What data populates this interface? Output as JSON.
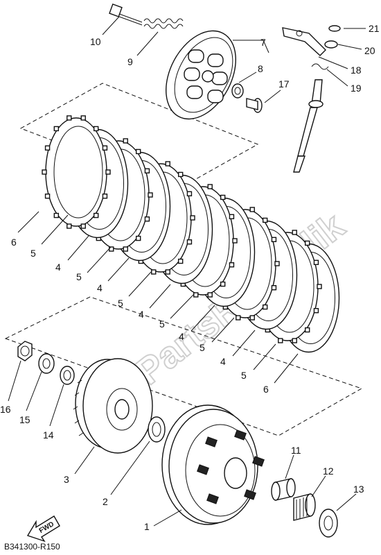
{
  "diagram": {
    "watermark": "PartsRepublik",
    "fwd_label": "FWD",
    "drawing_code": "B341300-R150",
    "callouts": [
      {
        "id": "c21",
        "label": "21"
      },
      {
        "id": "c20",
        "label": "20"
      },
      {
        "id": "c18",
        "label": "18"
      },
      {
        "id": "c19",
        "label": "19"
      },
      {
        "id": "c10",
        "label": "10"
      },
      {
        "id": "c9",
        "label": "9"
      },
      {
        "id": "c7",
        "label": "7"
      },
      {
        "id": "c8",
        "label": "8"
      },
      {
        "id": "c17",
        "label": "17"
      },
      {
        "id": "c6a",
        "label": "6"
      },
      {
        "id": "c5a",
        "label": "5"
      },
      {
        "id": "c4a",
        "label": "4"
      },
      {
        "id": "c5b",
        "label": "5"
      },
      {
        "id": "c4b",
        "label": "4"
      },
      {
        "id": "c5c",
        "label": "5"
      },
      {
        "id": "c4c",
        "label": "4"
      },
      {
        "id": "c5d",
        "label": "5"
      },
      {
        "id": "c4d",
        "label": "4"
      },
      {
        "id": "c5e",
        "label": "5"
      },
      {
        "id": "c4e",
        "label": "4"
      },
      {
        "id": "c5f",
        "label": "5"
      },
      {
        "id": "c6b",
        "label": "6"
      },
      {
        "id": "c16",
        "label": "16"
      },
      {
        "id": "c15",
        "label": "15"
      },
      {
        "id": "c14",
        "label": "14"
      },
      {
        "id": "c3",
        "label": "3"
      },
      {
        "id": "c2",
        "label": "2"
      },
      {
        "id": "c1",
        "label": "1"
      },
      {
        "id": "c11",
        "label": "11"
      },
      {
        "id": "c12",
        "label": "12"
      },
      {
        "id": "c13",
        "label": "13"
      }
    ]
  }
}
